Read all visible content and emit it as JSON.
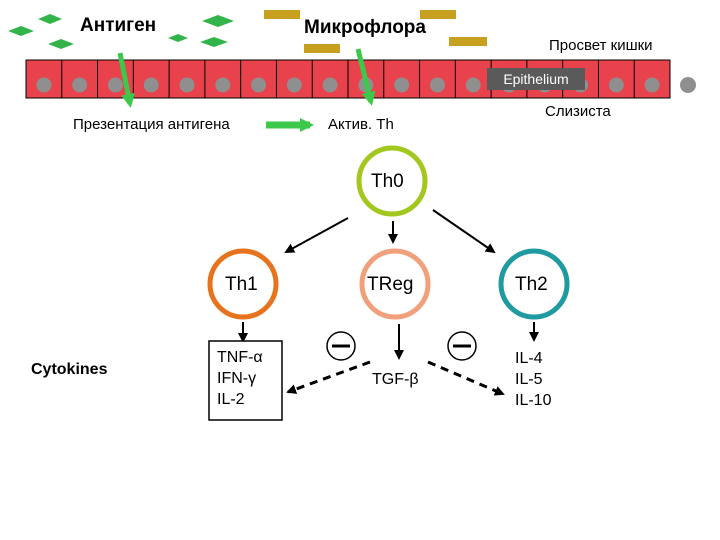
{
  "labels": {
    "antigen": "Антиген",
    "microflora": "Микрофлора",
    "lumen": "Просвет кишки",
    "epithelium": "Epithelium",
    "mucosa": "Слизиста",
    "antigen_presentation": "Презентация антигена",
    "th_activation": "Актив. Th",
    "cytokines": "Cytokines"
  },
  "cells": {
    "th0": "Th0",
    "th1": "Th1",
    "treg": "TReg",
    "th2": "Th2"
  },
  "cytokine_lists": {
    "th1": [
      "TNF-α",
      "IFN-γ",
      "IL-2"
    ],
    "treg": [
      "TGF-β"
    ],
    "th2": [
      "IL-4",
      "IL-5",
      "IL-10"
    ]
  },
  "colors": {
    "epithelium_cell": "#e8424d",
    "nucleus": "#8f8f8f",
    "antigen": "#33b44a",
    "microflora": "#c8a020",
    "arrow_green": "#3cc84a",
    "th0_ring": "#a2c81e",
    "th1_ring": "#e8731e",
    "treg_ring": "#f0a07a",
    "th2_ring": "#1e9aa0"
  }
}
